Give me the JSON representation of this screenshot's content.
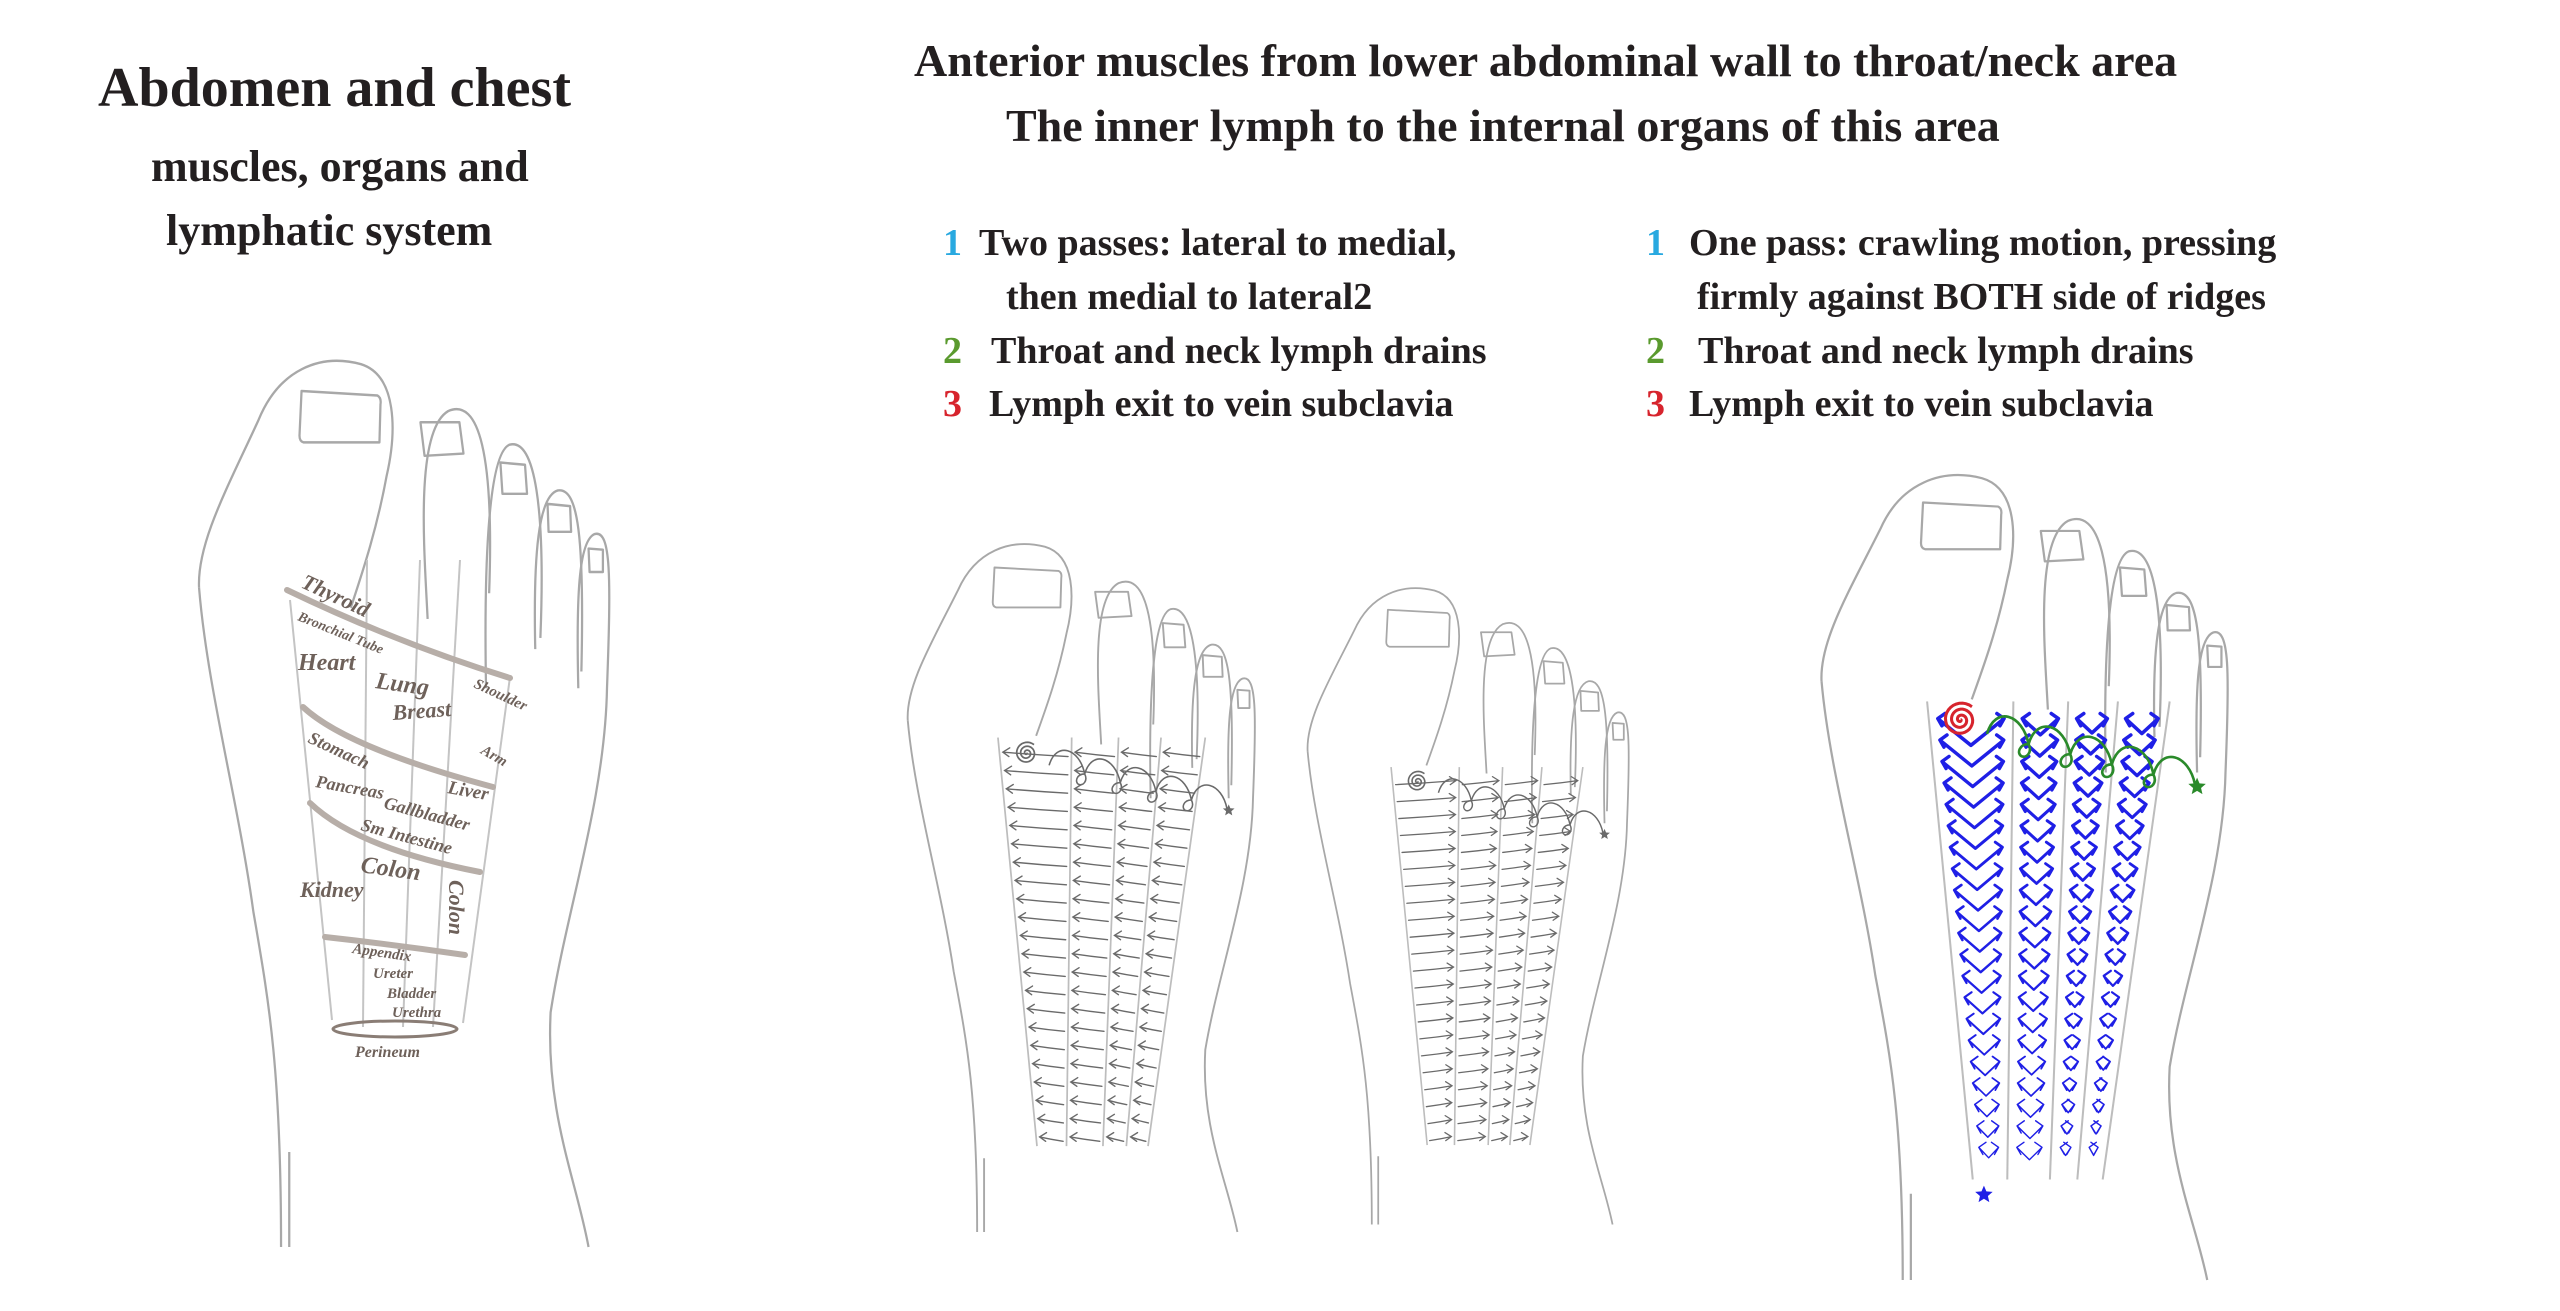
{
  "left_panel": {
    "title": "Abdomen and chest",
    "subtitle_lines": [
      "muscles, organs and",
      "lymphatic system"
    ]
  },
  "reflex_map": {
    "labels": [
      "Thyroid",
      "Bronchial Tube",
      "Heart",
      "Lung",
      "Breast",
      "Shoulder",
      "Stomach",
      "Arm",
      "Pancreas",
      "Liver",
      "Gallbladder",
      "Sm Intestine",
      "Colon",
      "Kidney",
      "Colon",
      "Appendix",
      "Ureter",
      "Bladder",
      "Urethra",
      "Perineum"
    ]
  },
  "header": {
    "line1": "Anterior muscles from lower abdominal wall to throat/neck area",
    "line2": "The inner lymph to the internal organs of this area"
  },
  "instructions": {
    "left": [
      {
        "num": "1",
        "text": "Two passes:  lateral to medial,"
      },
      {
        "num": "",
        "text": "then medial to lateral2"
      },
      {
        "num": "2",
        "text": "Throat and neck lymph drains"
      },
      {
        "num": "3",
        "text": "Lymph exit to vein subclavia"
      }
    ],
    "right": [
      {
        "num": "1",
        "text": "One pass:  crawling motion, pressing"
      },
      {
        "num": "",
        "text": "firmly against BOTH side of ridges"
      },
      {
        "num": "2",
        "text": "Throat and neck lymph drains"
      },
      {
        "num": "3",
        "text": "Lymph exit to vein subclavia"
      }
    ]
  },
  "colors": {
    "step1": "#29a9e0",
    "step2": "#5a9a2e",
    "step3": "#d7242d",
    "crawl_arrows": "#1f1fe6",
    "drain_loops": "#2a8a2a",
    "spiral": "#d7242d",
    "pencil": "#6a6a6a",
    "outline": "#a8a8a8",
    "zone_band": "#b7aea8",
    "label": "#6e615a"
  }
}
